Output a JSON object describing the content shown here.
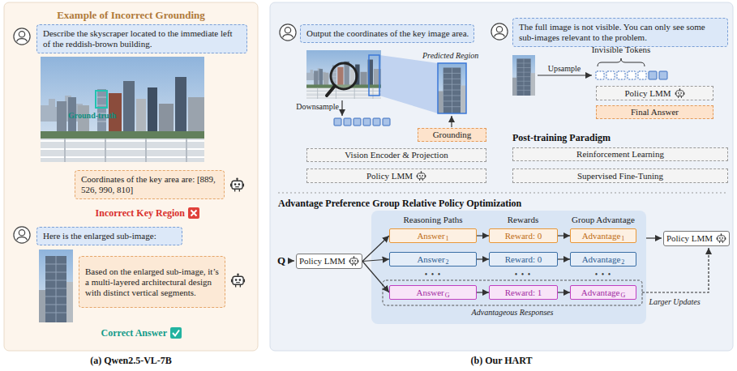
{
  "diagram": {
    "nodes": [
      {
        "text": [
          "Example of Incorrect Grounding",
          "(a) Qwen2.5-VL-7B"
        ]
      },
      {
        "text": [
          "Describe the skyscraper located to the immediate left of the reddish-brown building."
        ],
        "in": 0
      },
      {
        "text": [
          "Coordinates of the key area are: [889, 526, 990, 810]"
        ],
        "in": 0
      },
      {
        "text": [
          "Here is the enlarged sub-image:"
        ],
        "in": 0
      },
      {
        "text": [
          "Based on the enlarged sub-image, it’s a multi-layered architectural design with distinct vertical segments."
        ],
        "in": 0
      },
      {
        "text": [
          "(b) Our HART"
        ]
      },
      {
        "text": [
          "Output the coordinates of the key image area."
        ],
        "in": 5
      },
      {
        "text": [
          "The full image is not visible. You can only see some sub-images relevant to the problem."
        ],
        "in": 5
      },
      {
        "text": [
          "Grounding"
        ],
        "in": 5
      },
      {
        "text": [
          "Vision Encoder & Projection"
        ],
        "in": 5
      },
      {
        "text": [
          "Policy LMM"
        ],
        "in": 5
      },
      {
        "text": [
          "Policy LMM"
        ],
        "in": 5
      },
      {
        "text": [
          "Final Answer"
        ],
        "in": 5
      },
      {
        "text": [
          "Reinforcement Learning"
        ],
        "in": 5
      },
      {
        "text": [
          "Supervised Fine-Tuning"
        ],
        "in": 5
      },
      {
        "text": [
          "Policy LMM"
        ],
        "in": 5
      },
      {
        "text": [
          "Answer",
          "1"
        ],
        "in": 5
      },
      {
        "text": [
          "Reward: 0"
        ],
        "in": 5
      },
      {
        "text": [
          "Advantage",
          "1"
        ],
        "in": 5
      },
      {
        "text": [
          "Answer",
          "2"
        ],
        "in": 5
      },
      {
        "text": [
          "Reward: 0"
        ],
        "in": 5
      },
      {
        "text": [
          "Advantage",
          "2"
        ],
        "in": 5
      },
      {
        "text": [
          "Answer",
          "G"
        ],
        "in": 5
      },
      {
        "text": [
          "Reward: 1"
        ],
        "in": 5
      },
      {
        "text": [
          "Advantage",
          "G"
        ],
        "in": 5
      },
      {
        "text": [
          "Policy LMM"
        ],
        "in": 5
      }
    ],
    "edges": [
      {
        "from": 15,
        "to": 16,
        "arrow": "to"
      },
      {
        "from": 15,
        "to": 19,
        "arrow": "to"
      },
      {
        "from": 15,
        "to": 22,
        "arrow": "to"
      },
      {
        "from": 16,
        "to": 17,
        "arrow": "to"
      },
      {
        "from": 17,
        "to": 18,
        "arrow": "to"
      },
      {
        "from": 19,
        "to": 20,
        "arrow": "to"
      },
      {
        "from": 20,
        "to": 21,
        "arrow": "to"
      },
      {
        "from": 22,
        "to": 23,
        "arrow": "to"
      },
      {
        "from": 23,
        "to": 24,
        "arrow": "to"
      }
    ],
    "labels": [
      "Ground-truth",
      "Incorrect Key Region",
      "Correct Answer",
      "Predicted Region",
      "Downsample",
      "Upsample",
      "Invisible Tokens",
      "Post-training Paradigm",
      "Advantage Preference Group Relative Policy Optimization",
      "Q",
      "Reasoning Paths",
      "Rewards",
      "Group Advantage",
      "• • •",
      "• • •",
      "• • •",
      "Advantageous Responses",
      "Larger Updates"
    ]
  }
}
